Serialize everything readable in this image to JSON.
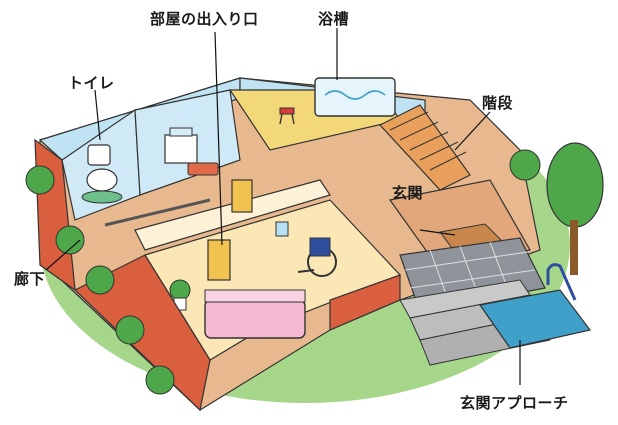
{
  "labels": {
    "room_entrance": "部屋の出入り口",
    "bathtub": "浴槽",
    "toilet": "トイレ",
    "stairs": "階段",
    "genkan": "玄関",
    "corridor": "廊下",
    "entrance_approach": "玄関アプローチ"
  },
  "colors": {
    "lawn": "#a6d68a",
    "floor": "#e8b98f",
    "wall_blue": "#bfe3f3",
    "wall_cream": "#fbe7b5",
    "brick": "#d95f3f",
    "ramp": "#3fa0c9",
    "tree": "#4ea84a",
    "stairs": "#e9a05c",
    "tile": "#8f949b"
  }
}
